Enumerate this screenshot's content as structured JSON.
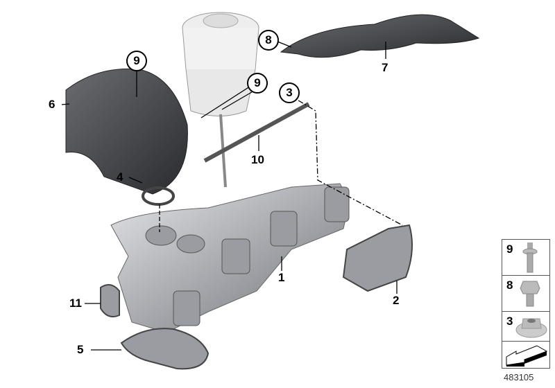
{
  "callouts": {
    "c1": "1",
    "c2": "2",
    "c3": "3",
    "c4": "4",
    "c5": "5",
    "c6": "6",
    "c7": "7",
    "c8": "8",
    "c9a": "9",
    "c9b": "9",
    "c10": "10",
    "c11": "11"
  },
  "legend": {
    "items": [
      {
        "number": "9",
        "part": "bolt-with-washer-icon"
      },
      {
        "number": "8",
        "part": "hex-bolt-icon"
      },
      {
        "number": "3",
        "part": "flange-nut-icon"
      }
    ],
    "arrow": "arrow-icon"
  },
  "figure_number": "483105"
}
